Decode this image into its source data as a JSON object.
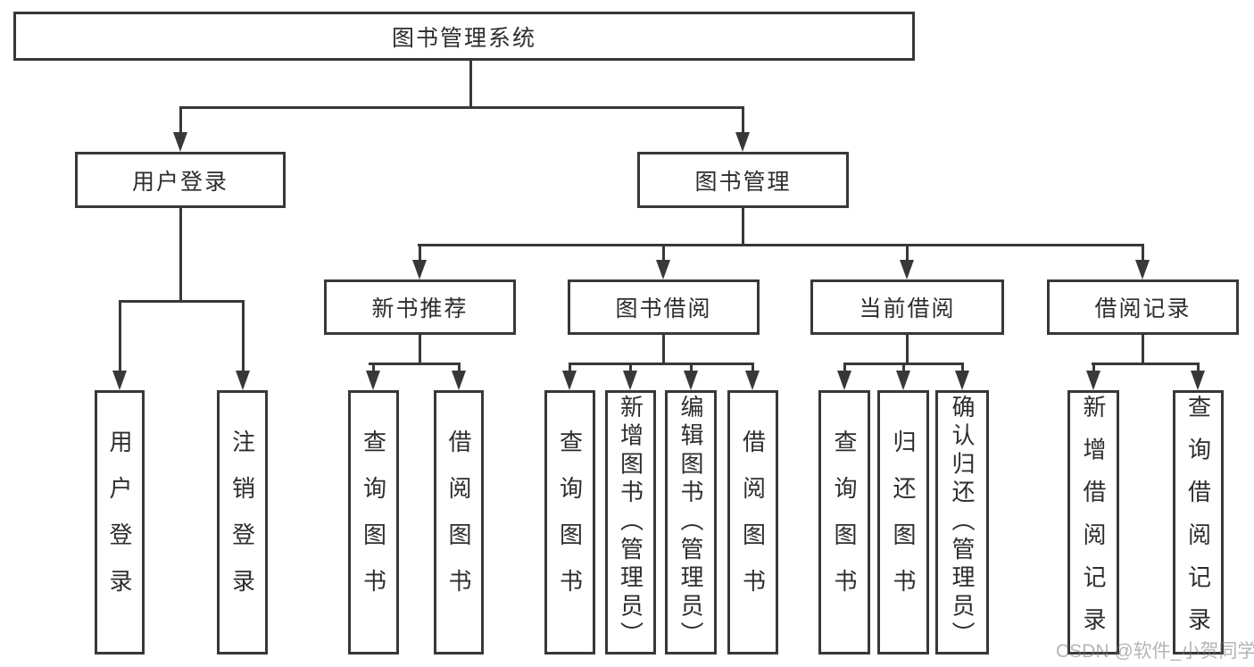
{
  "tree": {
    "root": {
      "label": "图书管理系统",
      "children": [
        {
          "label": "用户登录",
          "children": [
            {
              "label": "用户登录"
            },
            {
              "label": "注销登录"
            }
          ]
        },
        {
          "label": "图书管理",
          "children": [
            {
              "label": "新书推荐",
              "children": [
                {
                  "label": "查询图书"
                },
                {
                  "label": "借阅图书"
                }
              ]
            },
            {
              "label": "图书借阅",
              "children": [
                {
                  "label": "查询图书"
                },
                {
                  "label": "新增图书（管理员）"
                },
                {
                  "label": "编辑图书（管理员）"
                },
                {
                  "label": "借阅图书"
                }
              ]
            },
            {
              "label": "当前借阅",
              "children": [
                {
                  "label": "查询图书"
                },
                {
                  "label": "归还图书"
                },
                {
                  "label": "确认归还（管理员）"
                }
              ]
            },
            {
              "label": "借阅记录",
              "children": [
                {
                  "label": "新增借阅记录"
                },
                {
                  "label": "查询借阅记录"
                }
              ]
            }
          ]
        }
      ]
    }
  },
  "watermark": {
    "text": "CSDN @软件_小贺同学"
  },
  "colors": {
    "line": "#383838",
    "text": "#2d2d2d",
    "watermark": "#b5b5b5",
    "background": "#ffffff"
  }
}
